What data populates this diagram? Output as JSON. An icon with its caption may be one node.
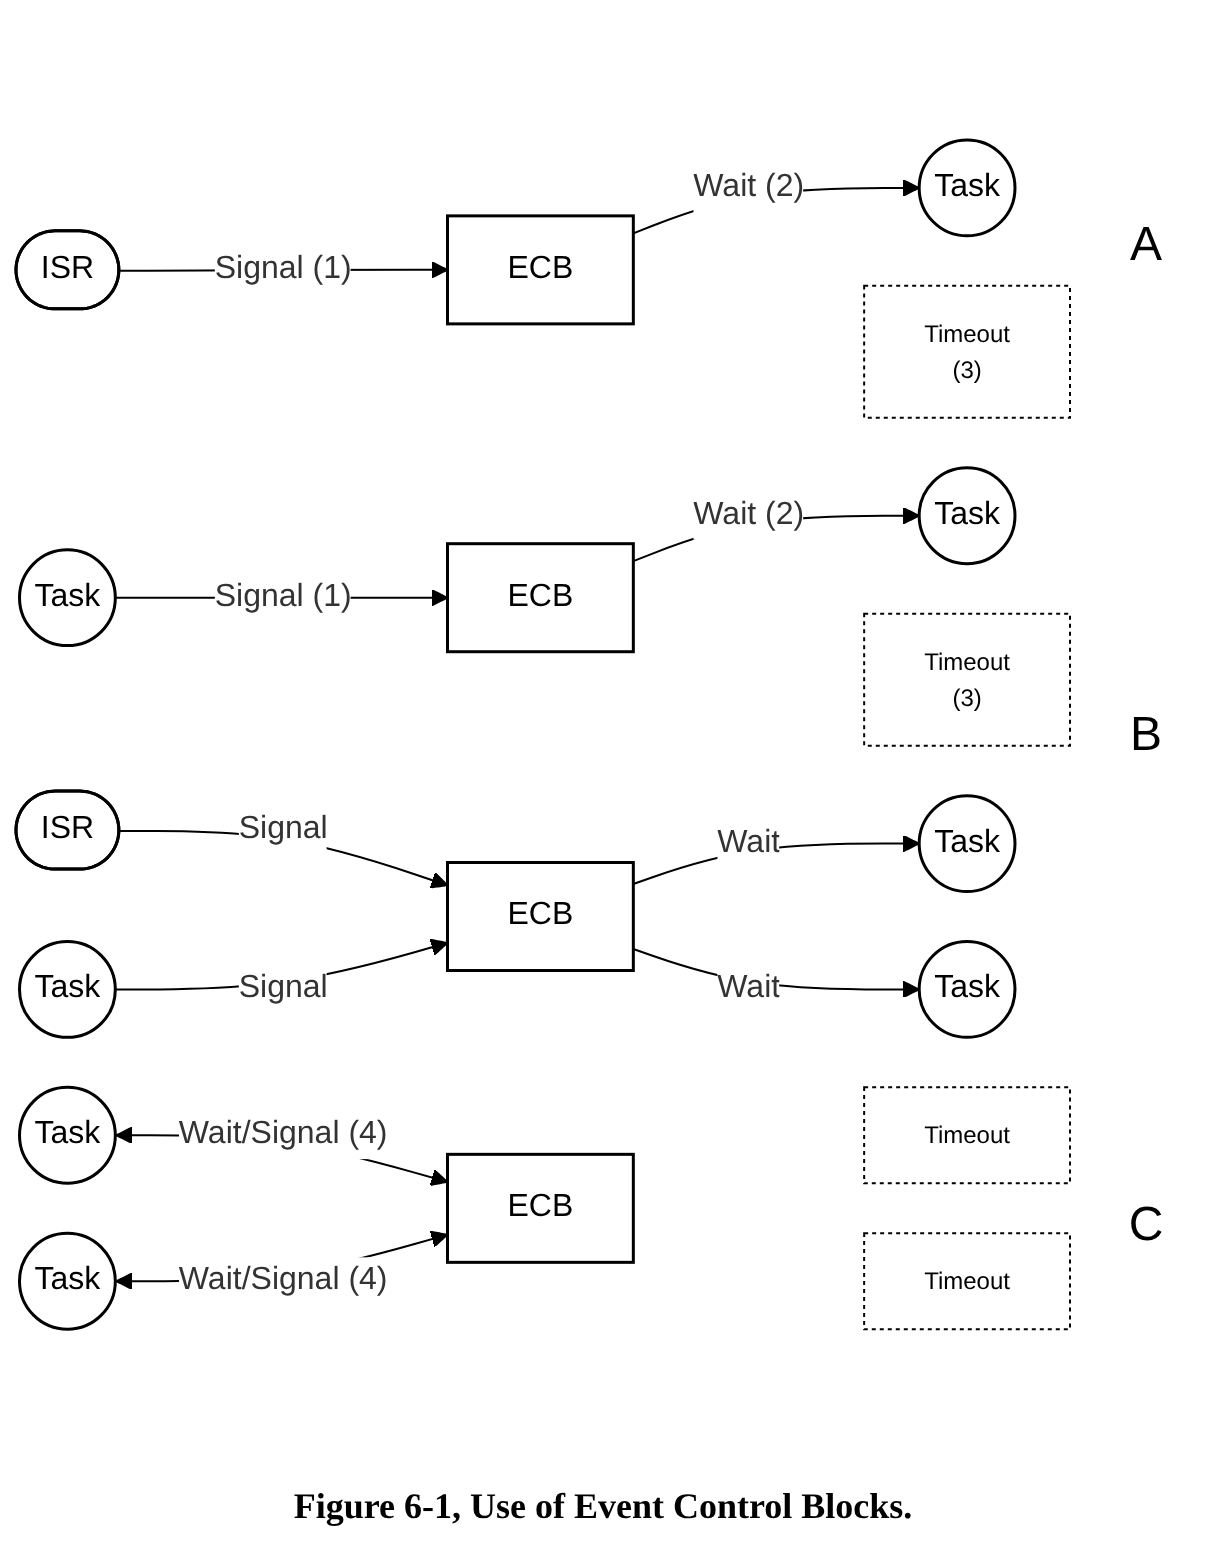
{
  "diagram": {
    "caption": "Figure 6-1, Use of Event Control Blocks.",
    "nodes": [
      {
        "text": [
          "ISR"
        ]
      },
      {
        "text": [
          "ECB"
        ]
      },
      {
        "text": [
          "Task"
        ]
      },
      {
        "text": [
          "Timeout",
          "(3)"
        ]
      },
      {
        "text": [
          "Task"
        ]
      },
      {
        "text": [
          "ECB"
        ]
      },
      {
        "text": [
          "Task"
        ]
      },
      {
        "text": [
          "Timeout",
          "(3)"
        ]
      },
      {
        "text": [
          "ISR"
        ]
      },
      {
        "text": [
          "Task"
        ]
      },
      {
        "text": [
          "ECB"
        ]
      },
      {
        "text": [
          "Task"
        ]
      },
      {
        "text": [
          "Task"
        ]
      },
      {
        "text": [
          "Task"
        ]
      },
      {
        "text": [
          "Timeout"
        ]
      },
      {
        "text": [
          "ECB"
        ]
      },
      {
        "text": [
          "Task"
        ]
      },
      {
        "text": [
          "Timeout"
        ]
      }
    ],
    "edges": [
      {
        "from": 0,
        "to": 1,
        "arrow": "to",
        "label": "Signal (1)"
      },
      {
        "from": 1,
        "to": 2,
        "arrow": "to",
        "label": "Wait (2)"
      },
      {
        "from": 4,
        "to": 5,
        "arrow": "to",
        "label": "Signal (1)"
      },
      {
        "from": 5,
        "to": 6,
        "arrow": "to",
        "label": "Wait (2)"
      },
      {
        "from": 8,
        "to": 10,
        "arrow": "to",
        "label": "Signal"
      },
      {
        "from": 9,
        "to": 10,
        "arrow": "to",
        "label": "Signal"
      },
      {
        "from": 10,
        "to": 11,
        "arrow": "to",
        "label": "Wait"
      },
      {
        "from": 10,
        "to": 12,
        "arrow": "to",
        "label": "Wait"
      },
      {
        "from": 13,
        "to": 15,
        "arrow": "both",
        "label": "Wait/Signal (4)"
      },
      {
        "from": 16,
        "to": 15,
        "arrow": "both",
        "label": "Wait/Signal (4)"
      }
    ],
    "labels": [
      "A",
      "B",
      "C"
    ]
  }
}
